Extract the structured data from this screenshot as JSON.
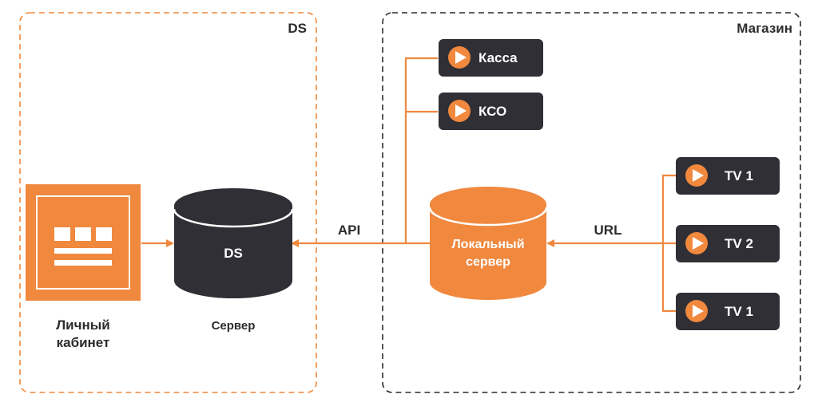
{
  "zones": {
    "ds": {
      "title": "DS",
      "border_color": "#f0883e"
    },
    "store": {
      "title": "Магазин",
      "border_color": "#2c2c2c"
    }
  },
  "cabinet": {
    "label_line1": "Личный",
    "label_line2": "кабинет",
    "icon": "dashboard-window-icon"
  },
  "ds_server": {
    "name": "DS",
    "caption": "Сервер",
    "icon": "database-cylinder-icon"
  },
  "local_server": {
    "line1": "Локальный",
    "line2": "сервер",
    "icon": "database-cylinder-icon"
  },
  "links": {
    "api": "API",
    "url": "URL"
  },
  "registers": [
    {
      "label": "Касса",
      "icon": "play-icon"
    },
    {
      "label": "КСО",
      "icon": "play-icon"
    }
  ],
  "screens": [
    {
      "label": "TV 1",
      "icon": "play-icon"
    },
    {
      "label": "TV 2",
      "icon": "play-icon"
    },
    {
      "label": "TV 1",
      "icon": "play-icon"
    }
  ],
  "colors": {
    "accent": "#f0883e",
    "dark": "#2f2f35",
    "text": "#2c2c2c",
    "white": "#ffffff"
  }
}
